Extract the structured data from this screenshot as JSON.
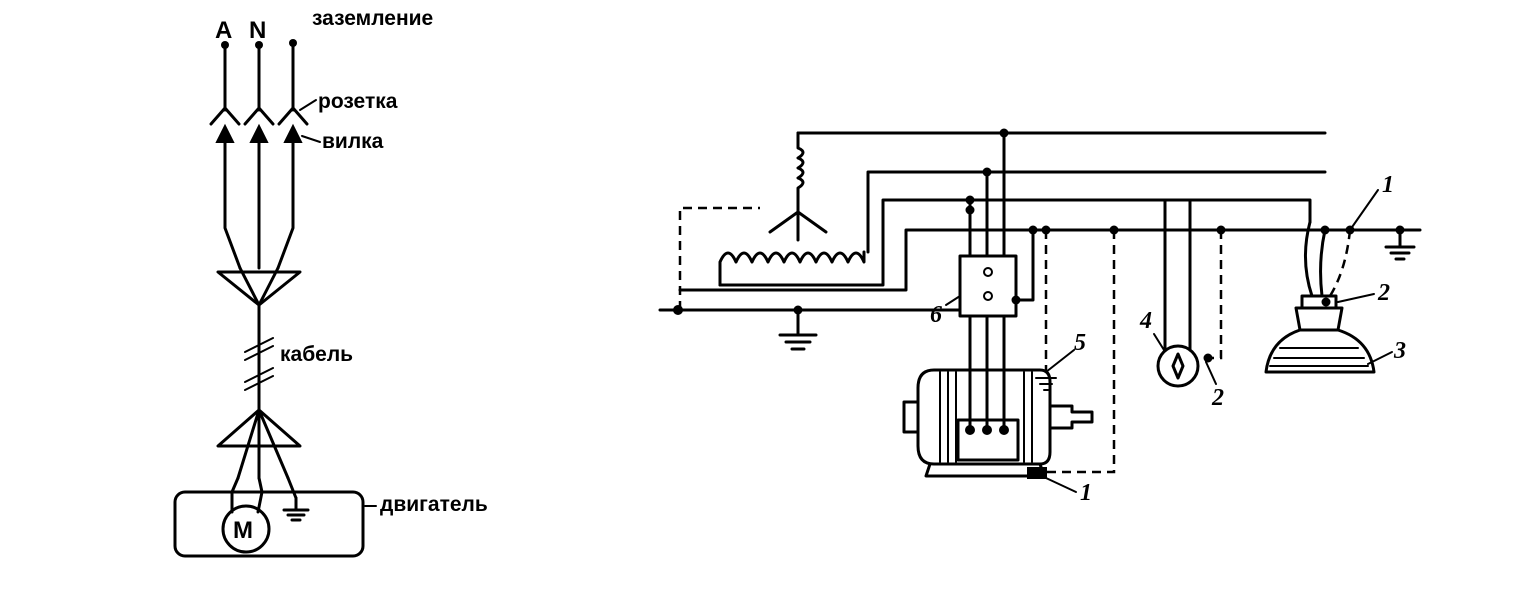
{
  "left_diagram": {
    "phase_labels": [
      "A",
      "N"
    ],
    "ground_label": "заземление",
    "socket_label": "розетка",
    "plug_label": "вилка",
    "cable_label": "кабель",
    "motor_label": "двигатель",
    "motor_symbol": "M"
  },
  "right_diagram": {
    "callouts": {
      "c1_top": "1",
      "c1_bottom": "1",
      "c2_lamp": "2",
      "c2_meter": "2",
      "c3": "3",
      "c4": "4",
      "c5": "5",
      "c6": "6"
    }
  }
}
